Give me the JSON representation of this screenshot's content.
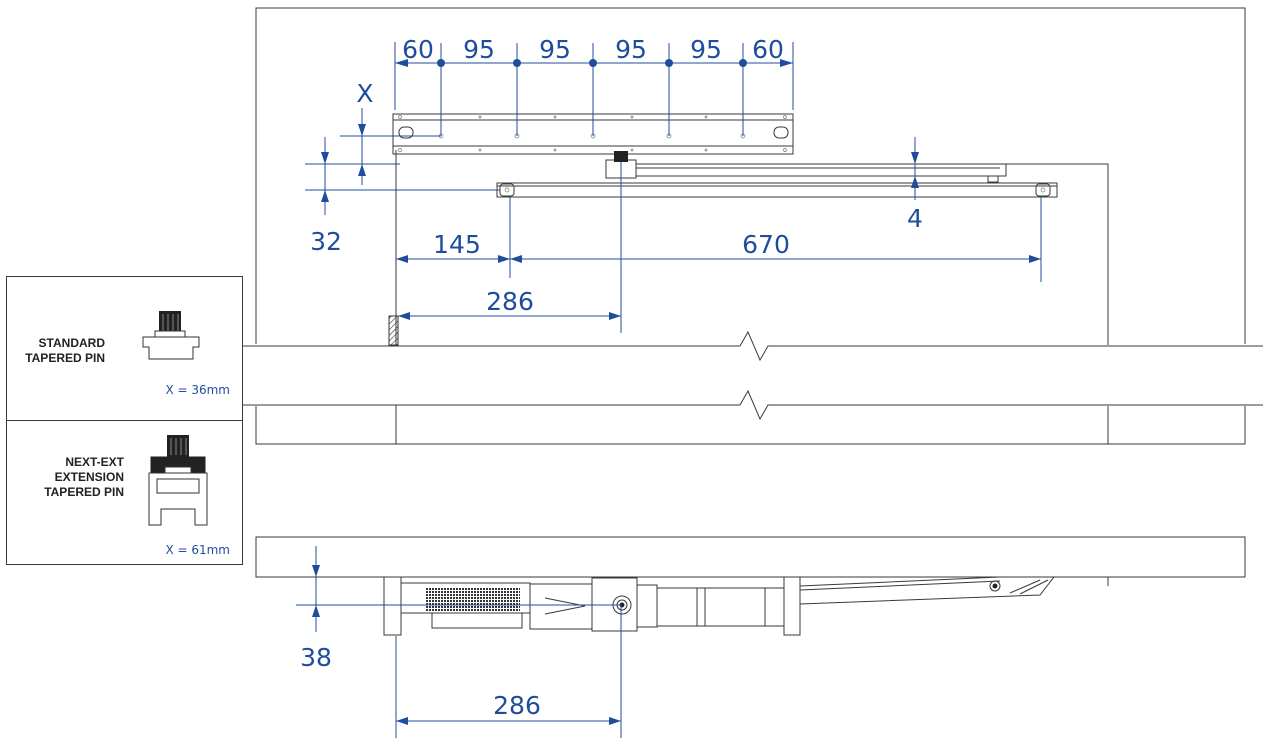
{
  "colors": {
    "dimension": "#1f4d9e",
    "outline": "#3a3a3a"
  },
  "top_dims": [
    "60",
    "95",
    "95",
    "95",
    "95",
    "60"
  ],
  "dims": {
    "x_label": "X",
    "d32": "32",
    "d4": "4",
    "d145": "145",
    "d670": "670",
    "d286_top": "286",
    "d38": "38",
    "d286_bottom": "286"
  },
  "legend": [
    {
      "title_lines": [
        "STANDARD",
        "TAPERED PIN"
      ],
      "x_value": "X = 36mm",
      "icon": "standard-tapered-pin-icon"
    },
    {
      "title_lines": [
        "NEXT-EXT",
        "EXTENSION",
        "TAPERED PIN"
      ],
      "x_value": "X = 61mm",
      "icon": "extension-tapered-pin-icon"
    }
  ]
}
